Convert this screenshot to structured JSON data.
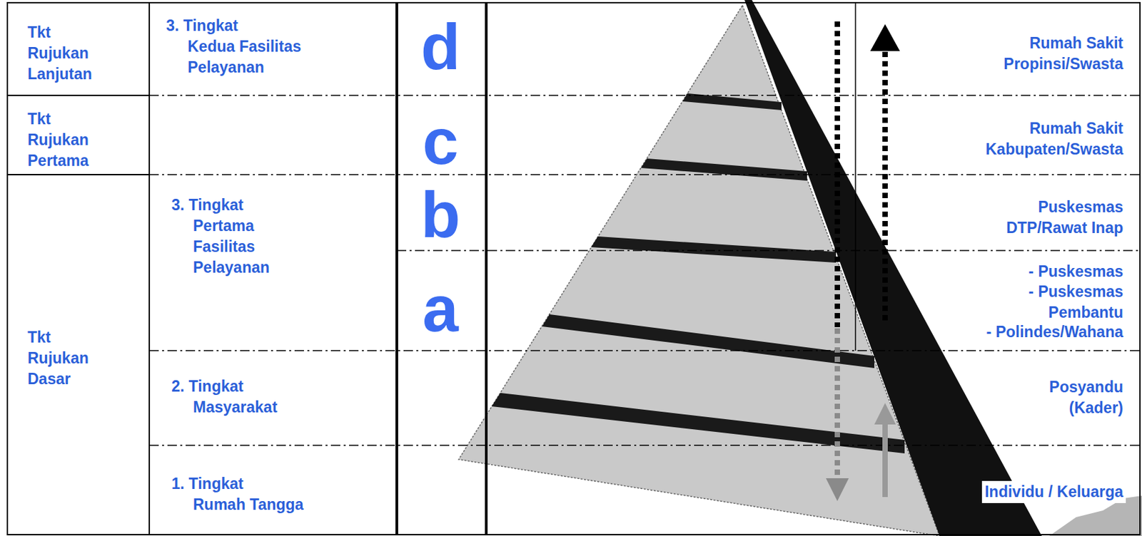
{
  "diagram": {
    "labels": [
      "Tkt Rujukan Lanjutan",
      "3. Tingkat Kedua Fasilitas Pelayanan",
      "d",
      "Rumah Sakit Propinsi/Swasta",
      "Tkt Rujukan Pertama",
      "c",
      "Rumah Sakit Kabupaten/Swasta",
      "Tkt Rujukan Dasar",
      "3. Tingkat Pertama Fasilitas Pelayanan",
      "b",
      "Puskesmas DTP/Rawat Inap",
      "a",
      "- Puskesmas",
      "- Puskesmas Pembantu",
      "- Polindes/Wahana",
      "2. Tingkat Masyarakat",
      "Posyandu (Kader)",
      "1. Tingkat Rumah Tangga",
      "Individu / Keluarga"
    ]
  }
}
